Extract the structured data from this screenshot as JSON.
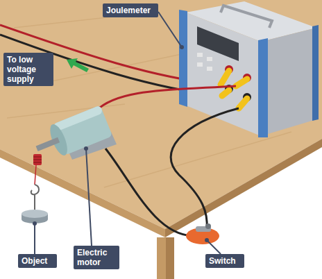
{
  "diagram": {
    "nodes": [
      {
        "text": [
          "Joulemeter"
        ]
      },
      {
        "text": [
          "To low voltage supply"
        ]
      },
      {
        "text": [
          "Object"
        ]
      },
      {
        "text": [
          "Electric motor"
        ]
      },
      {
        "text": [
          "Switch"
        ]
      }
    ]
  }
}
